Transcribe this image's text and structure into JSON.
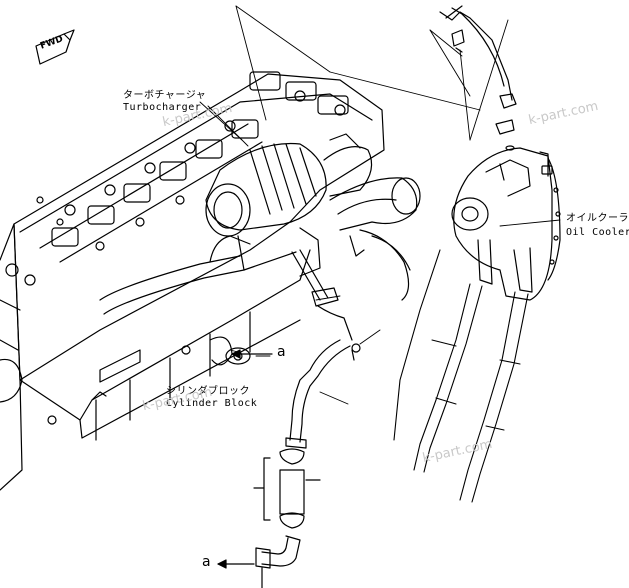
{
  "labels": {
    "turbocharger_jp": "ターボチャージャ",
    "turbocharger_en": "Turbocharger",
    "oil_cooler_jp": "オイルクーラ",
    "oil_cooler_en": "Oil Cooler",
    "cylinder_block_jp": "シリンダブロック",
    "cylinder_block_en": "Cylinder Block"
  },
  "direction_marker": "FWD",
  "reference_marks": [
    "a",
    "a"
  ],
  "watermark": "k-part.com",
  "colors": {
    "line": "#000000",
    "watermark": "#c9c9c9",
    "background": "#ffffff"
  }
}
